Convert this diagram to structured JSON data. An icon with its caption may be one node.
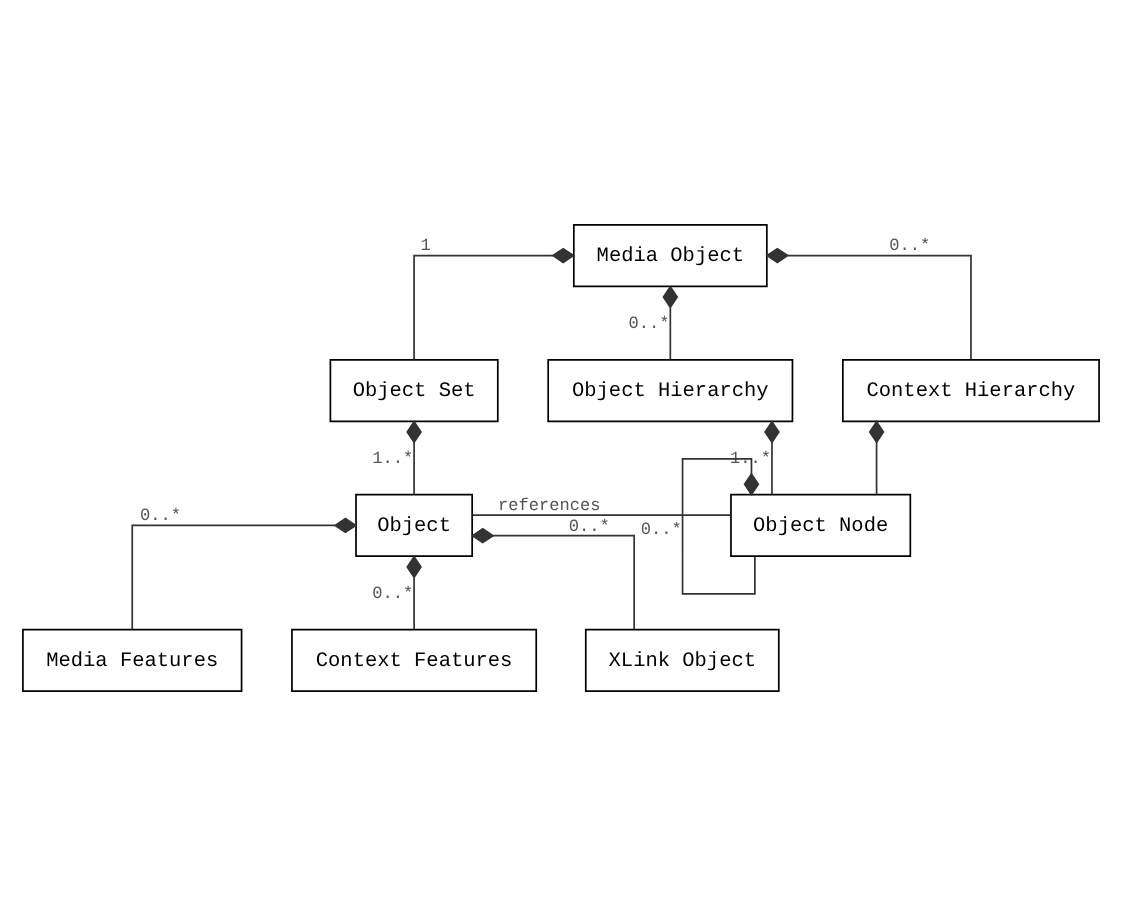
{
  "diagram": {
    "nodes": [
      {
        "text": [
          "Media Object"
        ]
      },
      {
        "text": [
          "Object Set"
        ]
      },
      {
        "text": [
          "Object Hierarchy"
        ]
      },
      {
        "text": [
          "Context Hierarchy"
        ]
      },
      {
        "text": [
          "Object"
        ]
      },
      {
        "text": [
          "Object Node"
        ]
      },
      {
        "text": [
          "Media Features"
        ]
      },
      {
        "text": [
          "Context Features"
        ]
      },
      {
        "text": [
          "XLink Object"
        ]
      }
    ],
    "edges": [
      {
        "from": 0,
        "to": 1,
        "arrow": "other",
        "label": "1"
      },
      {
        "from": 0,
        "to": 2,
        "arrow": "other",
        "label": "0..*"
      },
      {
        "from": 0,
        "to": 3,
        "arrow": "other",
        "label": "0..*"
      },
      {
        "from": 1,
        "to": 4,
        "arrow": "other",
        "label": "1..*"
      },
      {
        "from": 2,
        "to": 5,
        "arrow": "other",
        "label": "1..*"
      },
      {
        "from": 3,
        "to": 5,
        "arrow": "other"
      },
      {
        "from": 4,
        "to": 5,
        "arrow": "none",
        "label": "references"
      },
      {
        "from": 5,
        "to": 5,
        "arrow": "other",
        "label": "0..*"
      },
      {
        "from": 4,
        "to": 6,
        "arrow": "other",
        "label": "0..*"
      },
      {
        "from": 4,
        "to": 7,
        "arrow": "other",
        "label": "0..*"
      },
      {
        "from": 4,
        "to": 8,
        "arrow": "other",
        "label": "0..*"
      }
    ]
  }
}
